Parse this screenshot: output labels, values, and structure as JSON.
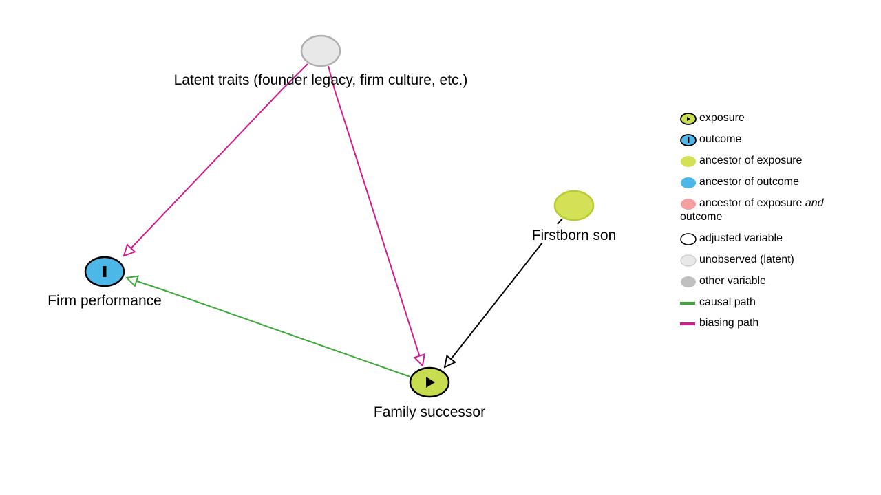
{
  "nodes": {
    "latent": {
      "label": "Latent traits (founder legacy, firm culture, etc.)",
      "role": "unobserved",
      "fill": "#e8e8e8",
      "stroke": "#b0b0b0"
    },
    "outcome": {
      "label": "Firm performance",
      "role": "outcome",
      "fill": "#4db8e8",
      "stroke": "#000000"
    },
    "exposure": {
      "label": "Family successor",
      "role": "exposure",
      "fill": "#c8dc50",
      "stroke": "#000000"
    },
    "firstborn": {
      "label": "Firstborn son",
      "role": "ancestor-of-exposure",
      "fill": "#d4e157",
      "stroke": "#b8cc30"
    }
  },
  "edges": [
    {
      "from": "Latent traits (founder legacy, firm culture, etc.)",
      "to": "Firm performance",
      "kind": "biasing",
      "color": "#d6198c"
    },
    {
      "from": "Latent traits (founder legacy, firm culture, etc.)",
      "to": "Family successor",
      "kind": "biasing",
      "color": "#d6198c"
    },
    {
      "from": "Family successor",
      "to": "Firm performance",
      "kind": "causal",
      "color": "#3aaa35"
    },
    {
      "from": "Firstborn son",
      "to": "Family successor",
      "kind": "other",
      "color": "#000000"
    }
  ],
  "legend": {
    "exposure": "exposure",
    "outcome": "outcome",
    "ancestor_exposure": "ancestor of exposure",
    "ancestor_outcome": "ancestor of outcome",
    "ancestor_both_a": "ancestor of exposure",
    "ancestor_both_and": "and",
    "ancestor_both_b": "outcome",
    "adjusted": "adjusted variable",
    "unobserved": "unobserved (latent)",
    "other": "other variable",
    "causal": "causal path",
    "biasing": "biasing path"
  },
  "colors": {
    "exposure": "#c8dc50",
    "outcome": "#4db8e8",
    "ancestor_exposure": "#d4e157",
    "ancestor_outcome": "#4db8e8",
    "ancestor_both": "#f5a0a0",
    "unobserved": "#e8e8e8",
    "other": "#c0c0c0",
    "causal": "#3aaa35",
    "biasing": "#d6198c"
  }
}
